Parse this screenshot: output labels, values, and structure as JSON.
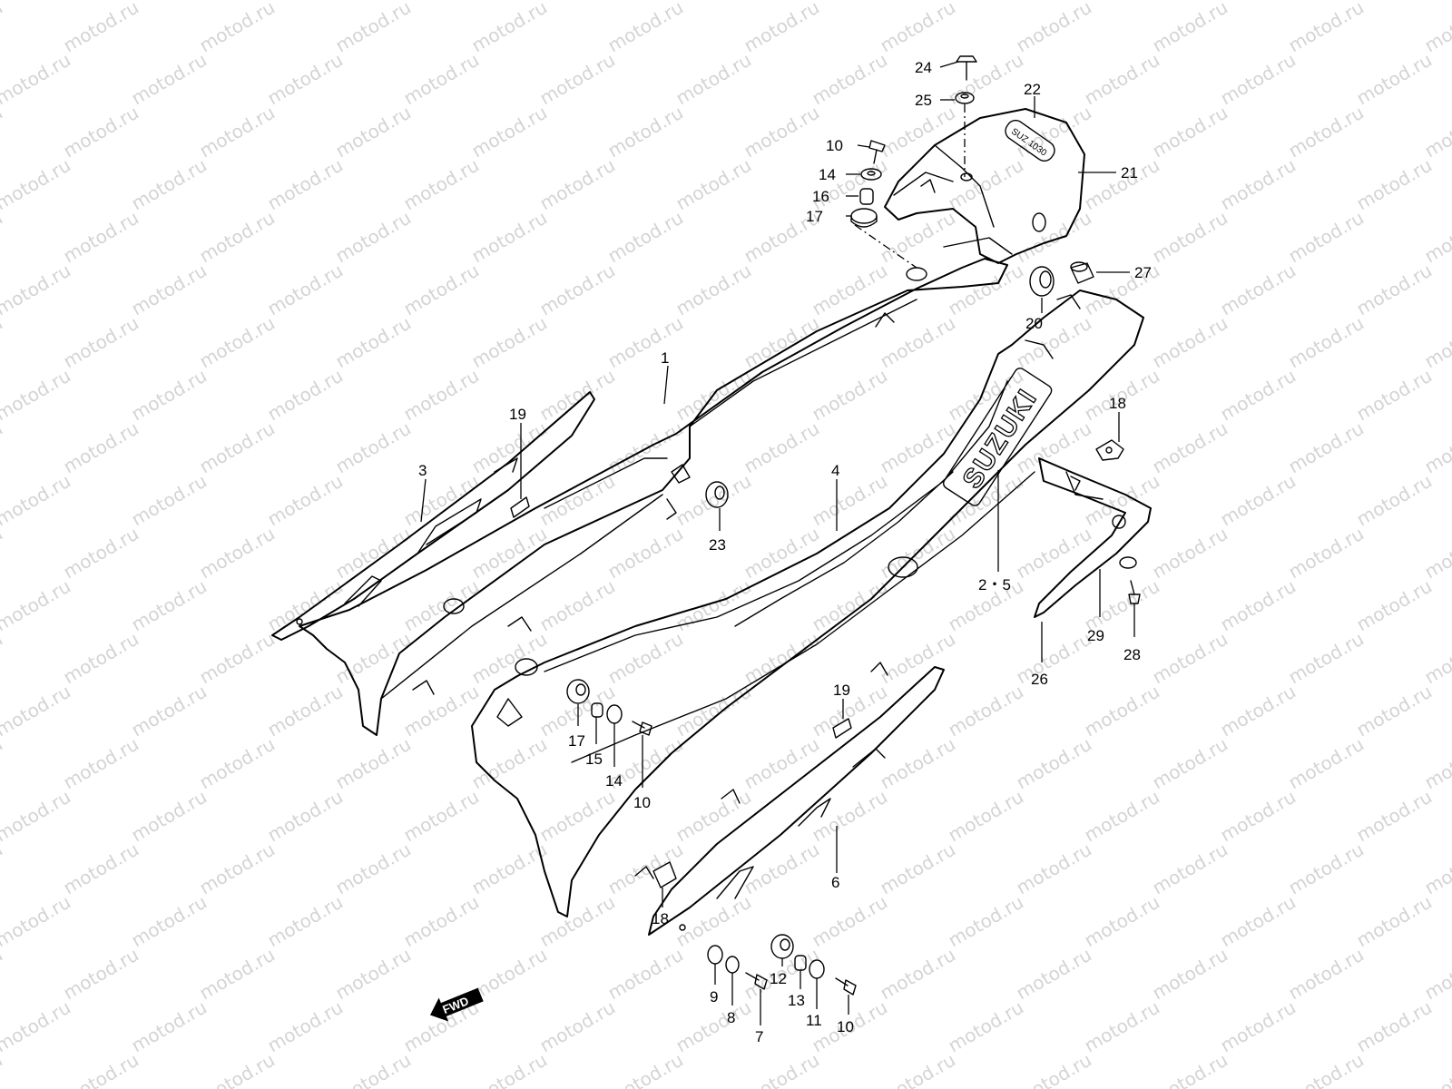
{
  "watermark": "motod.ru",
  "brand_logo": "SUZUKI",
  "fwd_label": "FWD",
  "callouts": [
    {
      "id": "1",
      "text": "1"
    },
    {
      "id": "2-5",
      "text": "2・5"
    },
    {
      "id": "3",
      "text": "3"
    },
    {
      "id": "4",
      "text": "4"
    },
    {
      "id": "6",
      "text": "6"
    },
    {
      "id": "7",
      "text": "7"
    },
    {
      "id": "8",
      "text": "8"
    },
    {
      "id": "9",
      "text": "9"
    },
    {
      "id": "10a",
      "text": "10"
    },
    {
      "id": "10b",
      "text": "10"
    },
    {
      "id": "10c",
      "text": "10"
    },
    {
      "id": "11",
      "text": "11"
    },
    {
      "id": "12",
      "text": "12"
    },
    {
      "id": "13",
      "text": "13"
    },
    {
      "id": "14a",
      "text": "14"
    },
    {
      "id": "14b",
      "text": "14"
    },
    {
      "id": "15",
      "text": "15"
    },
    {
      "id": "16",
      "text": "16"
    },
    {
      "id": "17a",
      "text": "17"
    },
    {
      "id": "17b",
      "text": "17"
    },
    {
      "id": "18a",
      "text": "18"
    },
    {
      "id": "18b",
      "text": "18"
    },
    {
      "id": "19a",
      "text": "19"
    },
    {
      "id": "19b",
      "text": "19"
    },
    {
      "id": "20",
      "text": "20"
    },
    {
      "id": "21",
      "text": "21"
    },
    {
      "id": "22",
      "text": "22"
    },
    {
      "id": "23",
      "text": "23"
    },
    {
      "id": "24",
      "text": "24"
    },
    {
      "id": "25",
      "text": "25"
    },
    {
      "id": "26",
      "text": "26"
    },
    {
      "id": "27",
      "text": "27"
    },
    {
      "id": "28",
      "text": "28"
    },
    {
      "id": "29",
      "text": "29"
    }
  ]
}
